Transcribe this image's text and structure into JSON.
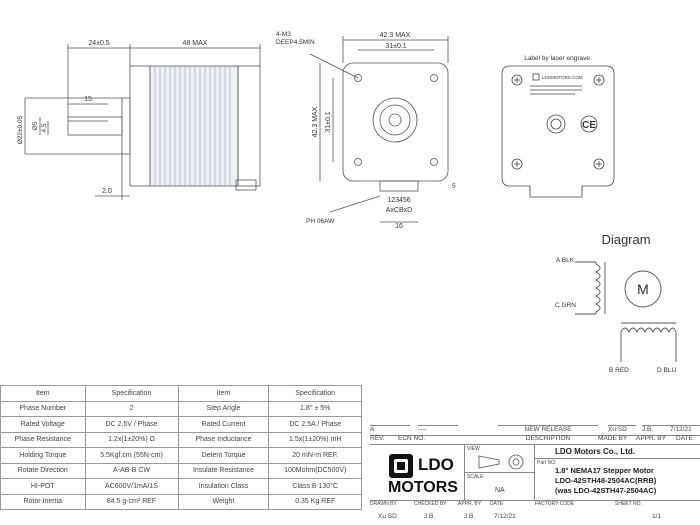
{
  "drawing": {
    "side_view": {
      "dim_shaft_length": "24±0.5",
      "dim_body_length": "48 MAX",
      "dim_flat": "15",
      "dim_boss": "2.0",
      "dim_dia_left": "Ø22±0.05",
      "dim_dia_shaft": "Ø5",
      "dim_dia_small": "4.5"
    },
    "front_view": {
      "thread_note_1": "4-M3",
      "thread_note_2": "DEEP4.5MIN",
      "dim_width": "42.3 MAX",
      "dim_holes_x": "31±0.1",
      "dim_height": "42.3 MAX",
      "dim_holes_y": "31±0.1",
      "connector_pins": "123456",
      "connector_wires": "AxCBxD",
      "connector_label": "PH 06AW",
      "dim_connector": "16",
      "dim_5": "5"
    },
    "label_view": {
      "caption": "Label by laser engrave.",
      "brand_small": "LDOMOTORS.COM"
    }
  },
  "diagram": {
    "title": "Diagram",
    "motor_symbol": "M",
    "wire_a": "A BLK",
    "wire_c": "C GRN",
    "wire_b": "B RED",
    "wire_d": "D BLU"
  },
  "spec_table": {
    "headers": [
      "Item",
      "Specification",
      "Item",
      "Specification"
    ],
    "rows": [
      [
        "Phase Number",
        "2",
        "Step Angle",
        "1.8° ± 5%"
      ],
      [
        "Rated Voltage",
        "DC 2.5V / Phase",
        "Rated Current",
        "DC 2.5A / Phase"
      ],
      [
        "Phase Resistance",
        "1.2x(1±20%) Ω",
        "Phase Inductance",
        "1.5x(1±20%) mH"
      ],
      [
        "Holding Torque",
        "5.5Kgf.cm (55N-cm)",
        "Detent Torque",
        "20 mN-m REF."
      ],
      [
        "Rotate Direction",
        "A-AB-B CW",
        "Insulate Resistance",
        "100Mohm(DC500V)"
      ],
      [
        "HI-POT",
        "AC600V/1mA/1S",
        "Insulation Class",
        "Class B 130°C"
      ],
      [
        "Rotor Inertia",
        "84.5 g-cm² REF",
        "Weight",
        "0.35 Kg REF"
      ]
    ]
  },
  "title_block": {
    "rev_row": {
      "rev": "A",
      "ecn": "----",
      "description": "NEW RELEASE",
      "made_by": "Xu SD",
      "appr_by": "J.B.",
      "date": "7/12/21"
    },
    "header_row": {
      "rev": "REV.",
      "ecn": "ECN NO.",
      "description": "DESCRIPTION",
      "made_by": "MADE BY",
      "appr_by": "APPR. BY",
      "date": "DATE"
    },
    "company": "LDO Motors Co., Ltd.",
    "logo_line1": "LDO",
    "logo_line2": "MOTORS",
    "view_label": "VIEW",
    "part_no_label": "Part NO.",
    "part_title_1": "1.8° NEMA17 Stepper Motor",
    "part_title_2": "LDO-42STH48-2504AC(RRB)",
    "part_title_3": "(was LDO-42STH47-2504AC)",
    "scale_label": "SCALE",
    "scale_value": "NA",
    "bottom_headers": [
      "DRAWN BY",
      "CHECKED BY",
      "APPR. BY",
      "DATE",
      "FACTORY CODE",
      "SHEET NO."
    ],
    "bottom_values": [
      "Xu SD",
      "J.B.",
      "J.B.",
      "7/12/21",
      "",
      "1/1"
    ]
  },
  "colors": {
    "line": "#444444",
    "dim": "#555555",
    "accent_logo": "#111111"
  }
}
